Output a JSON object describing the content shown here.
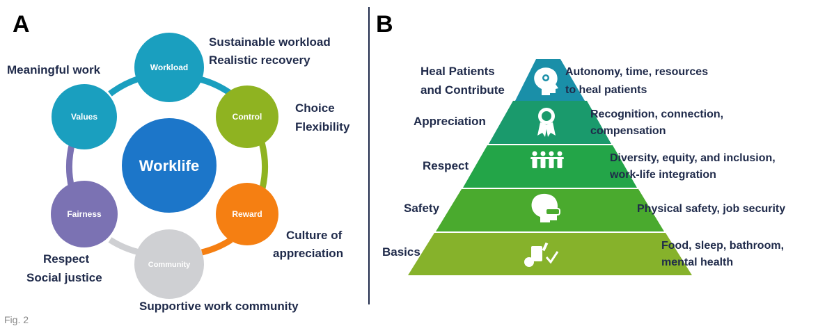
{
  "panel_a": {
    "letter": "A",
    "center": "Worklife",
    "nodes": [
      {
        "key": "workload",
        "label": "Workload",
        "color": "#1a9fbf"
      },
      {
        "key": "control",
        "label": "Control",
        "color": "#8fb321"
      },
      {
        "key": "reward",
        "label": "Reward",
        "color": "#f57f12"
      },
      {
        "key": "community",
        "label": "Community",
        "color": "#cfd0d3"
      },
      {
        "key": "fairness",
        "label": "Fairness",
        "color": "#7b72b3"
      },
      {
        "key": "values",
        "label": "Values",
        "color": "#1a9fbf"
      }
    ],
    "center_color": "#1c76c9",
    "descriptions": {
      "workload_1": "Sustainable workload",
      "workload_2": "Realistic recovery",
      "control_1": "Choice",
      "control_2": "Flexibility",
      "reward_1": "Culture of",
      "reward_2": "appreciation",
      "community": "Supportive work community",
      "fairness_1": "Respect",
      "fairness_2": "Social justice",
      "values": "Meaningful work"
    }
  },
  "panel_b": {
    "letter": "B",
    "levels": [
      {
        "name_1": "Heal Patients",
        "name_2": "and Contribute",
        "desc_1": "Autonomy, time, resources",
        "desc_2": "to heal patients",
        "color": "#1a8fa8",
        "icon": "head-gear-icon"
      },
      {
        "name_1": "Appreciation",
        "desc_1": "Recognition, connection,",
        "desc_2": "compensation",
        "color": "#1a9a6c",
        "icon": "award-ribbon-icon"
      },
      {
        "name_1": "Respect",
        "desc_1": "Diversity, equity, and inclusion,",
        "desc_2": "work-life integration",
        "color": "#23a548",
        "icon": "people-group-icon"
      },
      {
        "name_1": "Safety",
        "desc_1": "Physical safety, job security",
        "color": "#4aaa2e",
        "icon": "mask-head-icon"
      },
      {
        "name_1": "Basics",
        "desc_1": "Food, sleep, bathroom,",
        "desc_2": "mental health",
        "color": "#86b22b",
        "icon": "food-toilet-icon"
      }
    ]
  },
  "caption": "Fig. 2"
}
